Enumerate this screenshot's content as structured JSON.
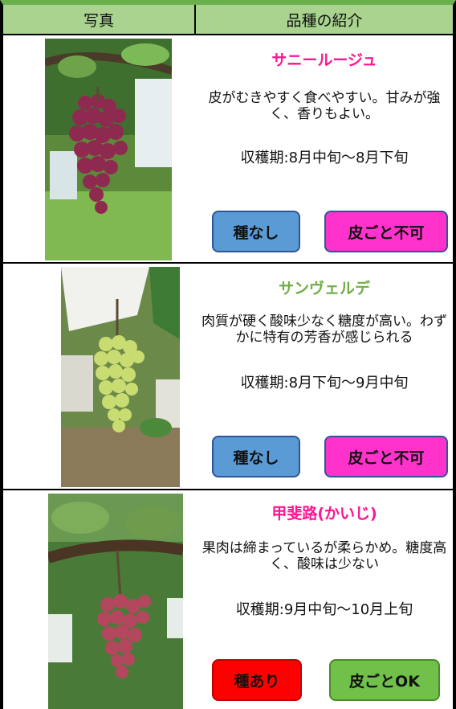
{
  "header": {
    "photo_col": "写真",
    "desc_col": "品種の紹介"
  },
  "varieties": [
    {
      "name": "サニールージュ",
      "name_color": "#ff1493",
      "description": "皮がむきやすく食べやすい。甘みが強く、香りもよい。",
      "harvest": "収穫期:8月中旬〜8月下旬",
      "seed_badge": {
        "label": "種なし",
        "color": "#5b9bd5"
      },
      "skin_badge": {
        "label": "皮ごと不可",
        "color": "#ff33cc"
      },
      "grape_color": "#8e2a4f"
    },
    {
      "name": "サンヴェルデ",
      "name_color": "#70ad47",
      "description": "肉質が硬く酸味少なく糖度が高い。わずかに特有の芳香が感じられる",
      "harvest": "収穫期:8月下旬〜9月中旬",
      "seed_badge": {
        "label": "種なし",
        "color": "#5b9bd5"
      },
      "skin_badge": {
        "label": "皮ごと不可",
        "color": "#ff33cc"
      },
      "grape_color": "#c9dc72"
    },
    {
      "name": "甲斐路(かいじ)",
      "name_color": "#ff1493",
      "description": "果肉は締まっているが柔らかめ。糖度高く、酸味は少ない",
      "harvest": "収穫期:9月中旬〜10月上旬",
      "seed_badge": {
        "label": "種あり",
        "color": "#ff0000"
      },
      "skin_badge": {
        "label": "皮ごとOK",
        "color": "#70c04a"
      },
      "grape_color": "#b2475e"
    }
  ]
}
